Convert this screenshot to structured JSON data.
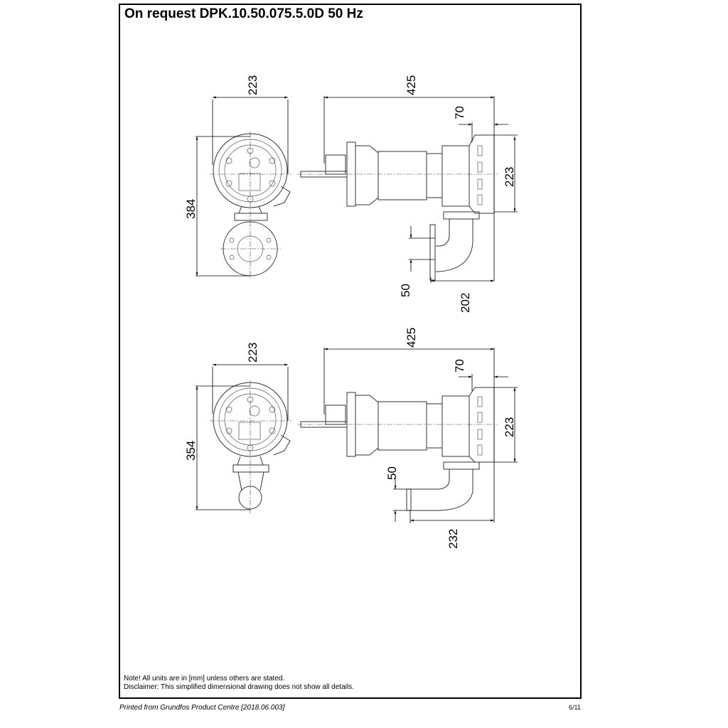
{
  "title": "On request DPK.10.50.075.5.0D 50 Hz",
  "drawing_top": {
    "front_width": "223",
    "front_height": "384",
    "side_length": "425",
    "inlet_offset": "70",
    "inlet_diameter": "223",
    "outlet_size": "50",
    "outlet_offset": "202"
  },
  "drawing_bottom": {
    "front_width": "223",
    "front_height": "354",
    "side_length": "425",
    "inlet_offset": "70",
    "inlet_diameter": "223",
    "outlet_size": "50",
    "outlet_offset": "232"
  },
  "notes": {
    "line1": "Note! All units are in [mm] unless others are stated.",
    "line2": "Disclaimer: This simplified dimensional drawing does not show all details."
  },
  "footer": {
    "printed_from": "Printed from Grundfos Product Centre [2018.06.003]",
    "page": "6/11"
  }
}
